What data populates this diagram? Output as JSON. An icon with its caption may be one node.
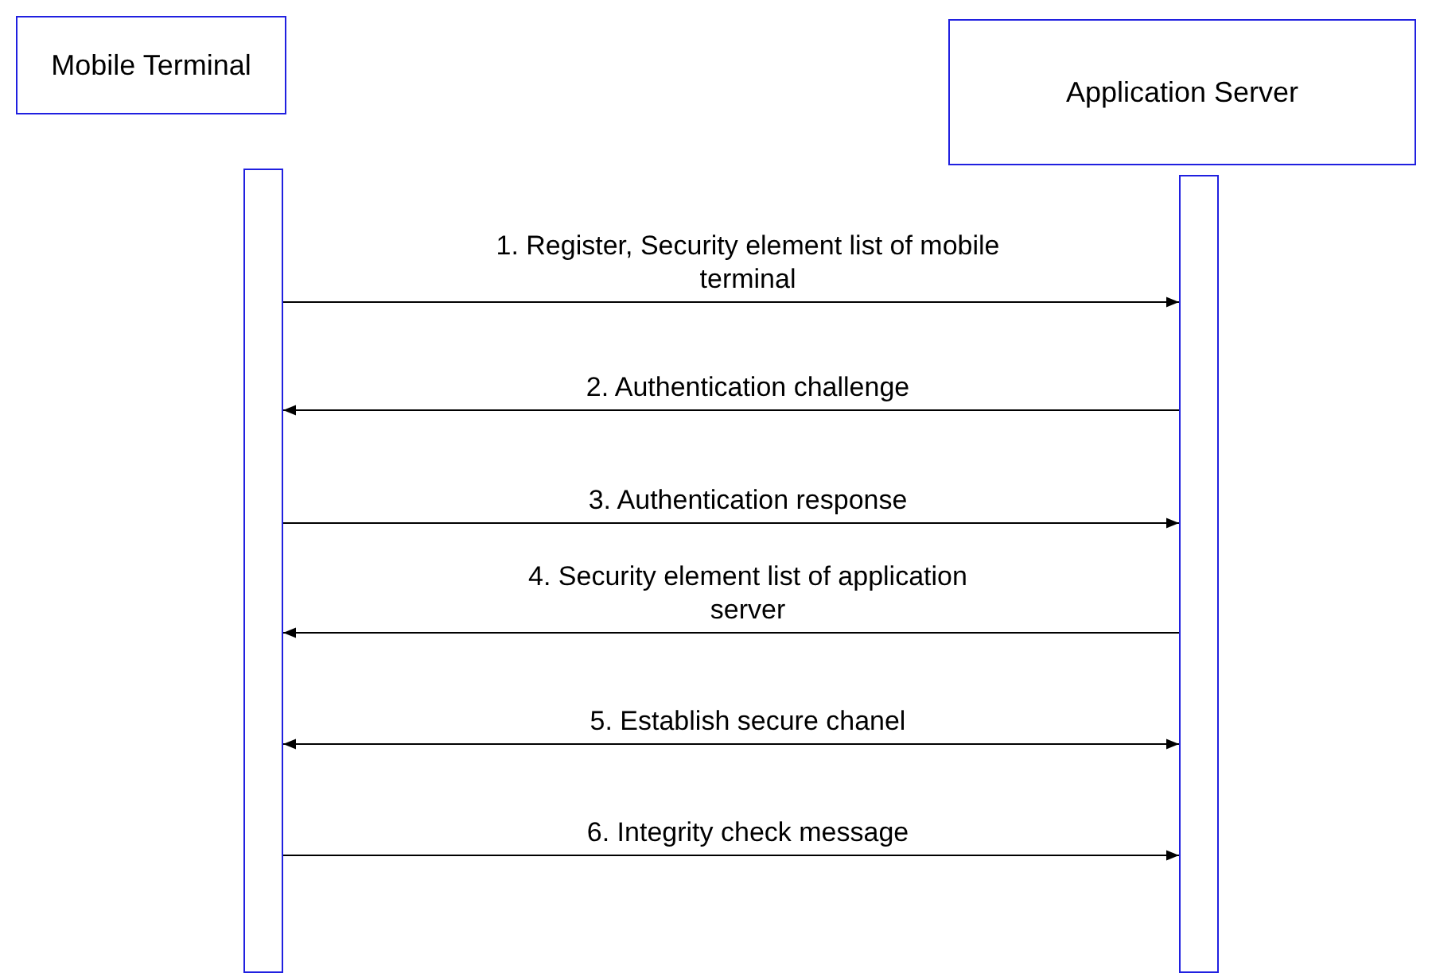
{
  "diagram": {
    "nodes": [
      {
        "text": [
          "Mobile Terminal"
        ]
      },
      {
        "text": [
          "Application Server"
        ]
      },
      {
        "text": [],
        "shape": "bar"
      },
      {
        "text": [],
        "shape": "bar"
      }
    ],
    "edges": [
      {
        "from": 2,
        "to": 3,
        "arrow": "to",
        "label": "1. Register, Security element list of mobile terminal"
      },
      {
        "from": 3,
        "to": 2,
        "arrow": "to",
        "label": "2. Authentication challenge"
      },
      {
        "from": 2,
        "to": 3,
        "arrow": "to",
        "label": "3. Authentication response"
      },
      {
        "from": 3,
        "to": 2,
        "arrow": "to",
        "label": "4. Security element list of application server"
      },
      {
        "from": 2,
        "to": 3,
        "arrow": "both",
        "label": "5. Establish secure chanel"
      },
      {
        "from": 2,
        "to": 3,
        "arrow": "to",
        "label": "6. Integrity check message"
      }
    ]
  }
}
